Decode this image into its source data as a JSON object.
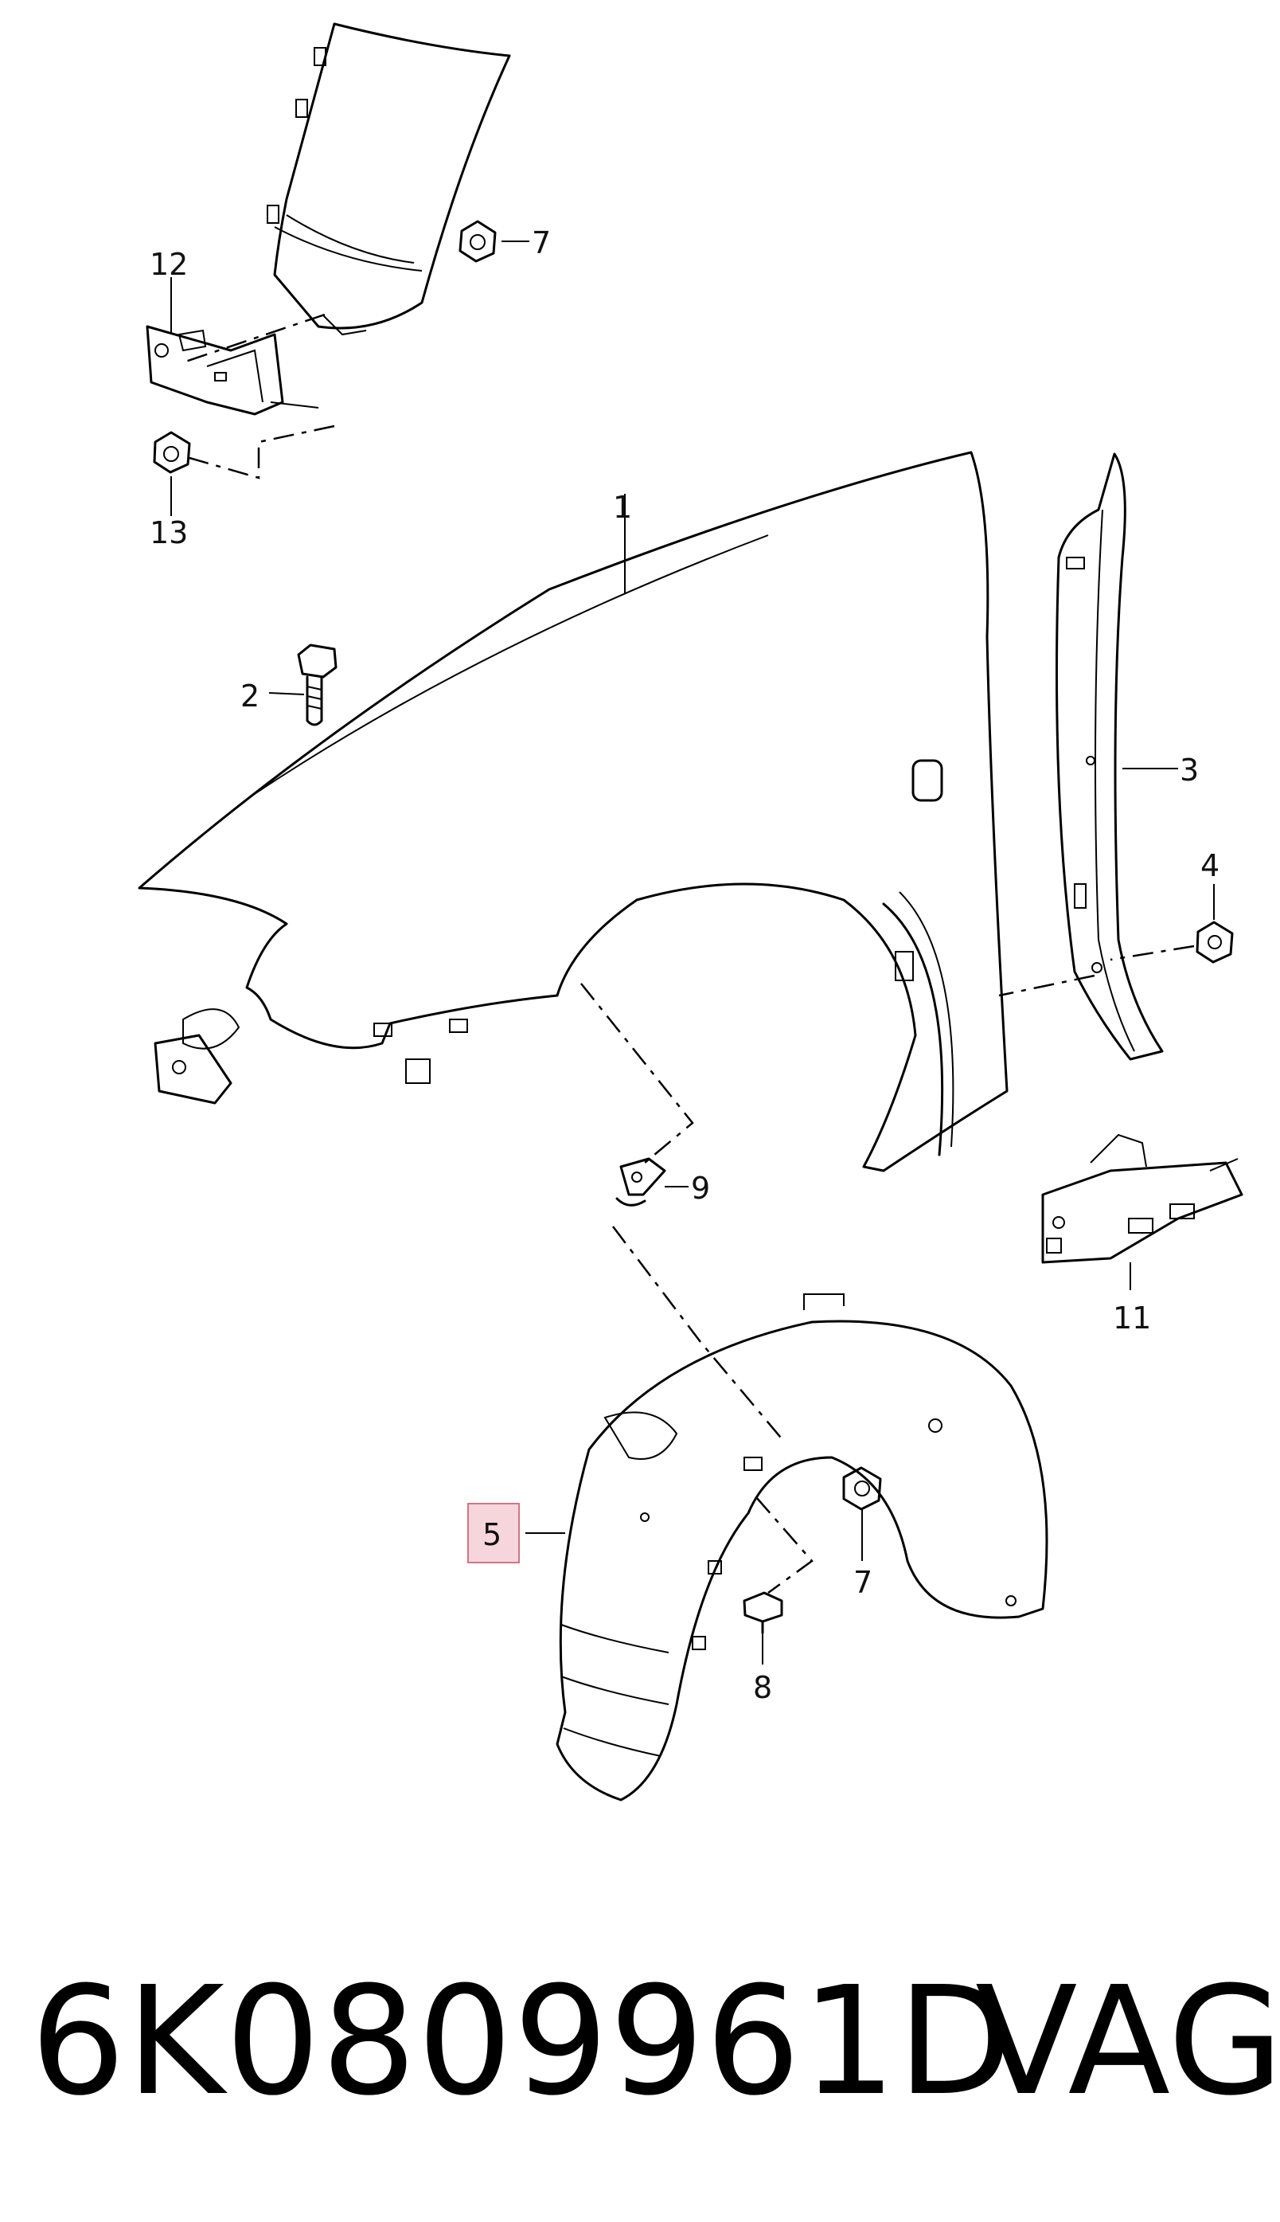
{
  "callouts": {
    "c1": "1",
    "c2": "2",
    "c3": "3",
    "c4": "4",
    "c5": "5",
    "c7a": "7",
    "c7b": "7",
    "c8": "8",
    "c9": "9",
    "c11": "11",
    "c12": "12",
    "c13": "13"
  },
  "highlight": {
    "target_callout": "5",
    "color": "#f6d6dc"
  },
  "footer": {
    "part_number": "6K0809961D",
    "brand": "VAG"
  }
}
